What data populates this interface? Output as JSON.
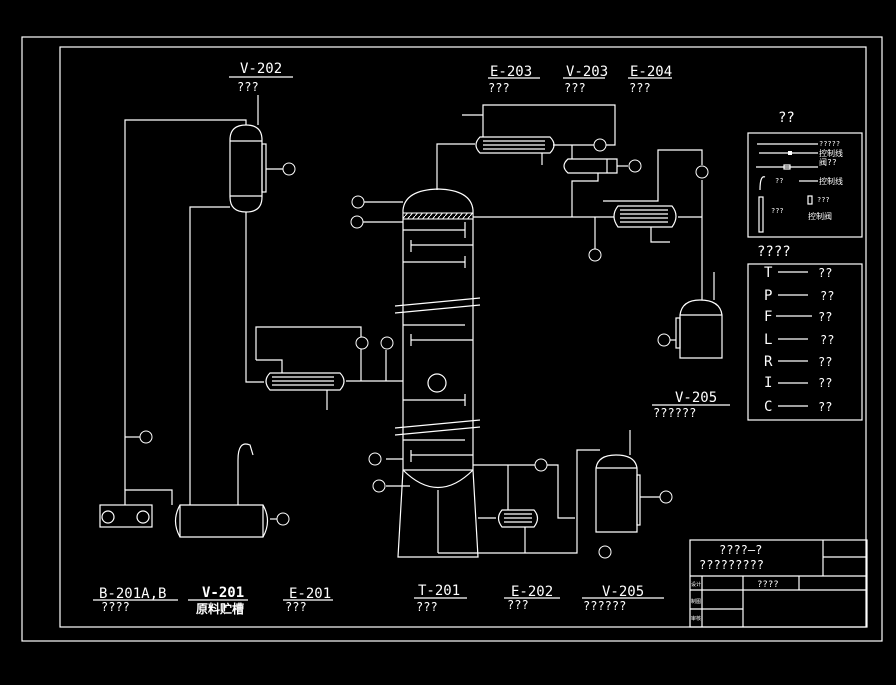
{
  "drawing": {
    "equipment": [
      {
        "tag": "V-202",
        "name": "???"
      },
      {
        "tag": "E-203",
        "name": "???"
      },
      {
        "tag": "V-203",
        "name": "???"
      },
      {
        "tag": "E-204",
        "name": "???"
      },
      {
        "tag": "V-205",
        "name": "??????"
      },
      {
        "tag": "B-201A,B",
        "name": "????"
      },
      {
        "tag": "V-201",
        "name": "原料贮槽"
      },
      {
        "tag": "E-201",
        "name": "???"
      },
      {
        "tag": "T-201",
        "name": "???"
      },
      {
        "tag": "E-202",
        "name": "???"
      },
      {
        "tag": "V-205",
        "name": "??????"
      }
    ]
  },
  "legend_symbols": {
    "title": "??",
    "items": [
      "?????",
      "控制线",
      "阀??",
      "??",
      "控制线",
      "???",
      "???",
      "控制阀"
    ]
  },
  "legend_instruments": {
    "title": "????",
    "rows": [
      {
        "letter": "T",
        "meaning": "??"
      },
      {
        "letter": "P",
        "meaning": "??"
      },
      {
        "letter": "F",
        "meaning": "??"
      },
      {
        "letter": "L",
        "meaning": "??"
      },
      {
        "letter": "R",
        "meaning": "??"
      },
      {
        "letter": "I",
        "meaning": "??"
      },
      {
        "letter": "C",
        "meaning": "??"
      }
    ]
  },
  "title_block": {
    "line1": "????—?",
    "line2": "?????????",
    "cell": "????",
    "side_labels": [
      "设计",
      "制图",
      "审核"
    ]
  }
}
